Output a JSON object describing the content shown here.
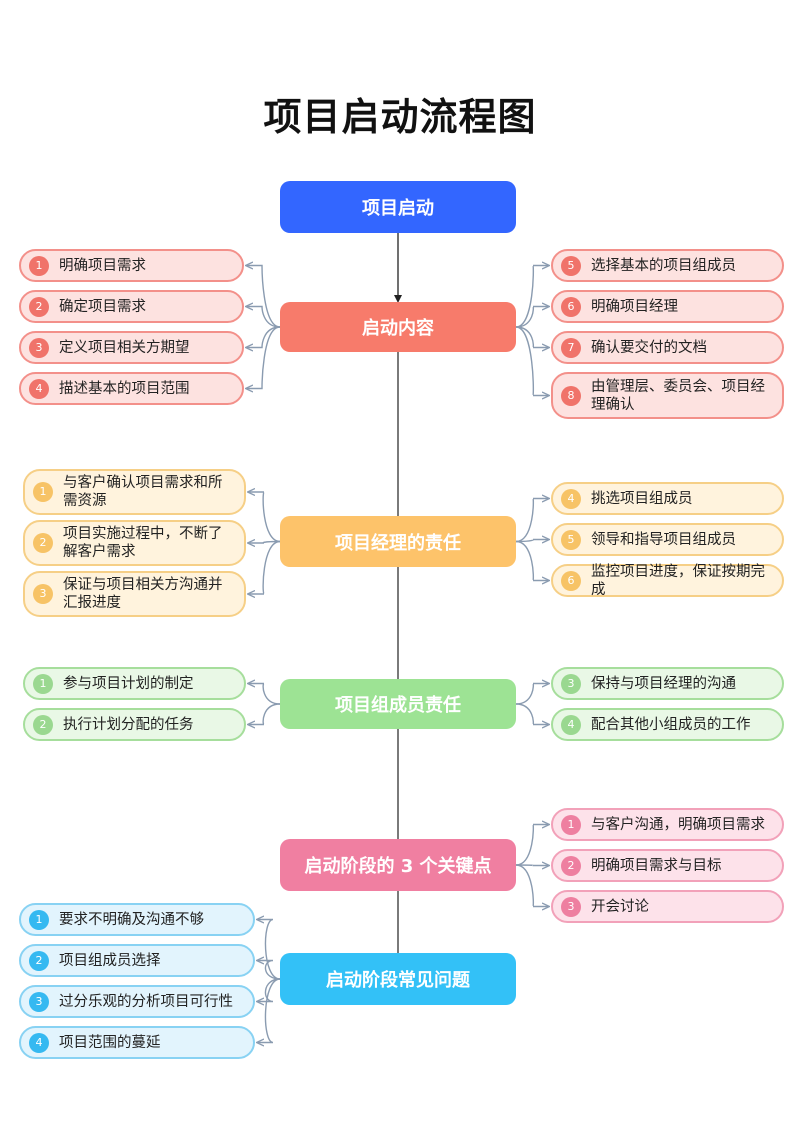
{
  "title": "项目启动流程图",
  "colors": {
    "start": "#3366ff",
    "content": "#f77b6b",
    "manager": "#fdc36a",
    "member": "#9de394",
    "key": "#f07fa1",
    "issues": "#33c1f7",
    "line": "#8a9bb0"
  },
  "nodes": [
    {
      "id": "start",
      "label": "项目启动",
      "theme": {
        "fill": "#3366ff"
      },
      "left": [],
      "right": []
    },
    {
      "id": "content",
      "label": "启动内容",
      "theme": {
        "fill": "#f77b6b",
        "leaf_bg": "#fde2e0",
        "leaf_border": "#f3908a",
        "badge": "#f0736a"
      },
      "left": [
        {
          "n": "1",
          "text": "明确项目需求"
        },
        {
          "n": "2",
          "text": "确定项目需求"
        },
        {
          "n": "3",
          "text": "定义项目相关方期望"
        },
        {
          "n": "4",
          "text": "描述基本的项目范围"
        }
      ],
      "right": [
        {
          "n": "5",
          "text": "选择基本的项目组成员"
        },
        {
          "n": "6",
          "text": "明确项目经理"
        },
        {
          "n": "7",
          "text": "确认要交付的文档"
        },
        {
          "n": "8",
          "text": "由管理层、委员会、项目经理确认"
        }
      ]
    },
    {
      "id": "manager",
      "label": "项目经理的责任",
      "theme": {
        "fill": "#fdc36a",
        "leaf_bg": "#fff3dd",
        "leaf_border": "#f6cf86",
        "badge": "#f7c366"
      },
      "left": [
        {
          "n": "1",
          "text": "与客户确认项目需求和所需资源"
        },
        {
          "n": "2",
          "text": "项目实施过程中，不断了解客户需求"
        },
        {
          "n": "3",
          "text": "保证与项目相关方沟通并汇报进度"
        }
      ],
      "right": [
        {
          "n": "4",
          "text": "挑选项目组成员"
        },
        {
          "n": "5",
          "text": "领导和指导项目组成员"
        },
        {
          "n": "6",
          "text": "监控项目进度，保证按期完成"
        }
      ]
    },
    {
      "id": "member",
      "label": "项目组成员责任",
      "theme": {
        "fill": "#9de394",
        "leaf_bg": "#e9f8e6",
        "leaf_border": "#a6de9c",
        "badge": "#9ad890"
      },
      "left": [
        {
          "n": "1",
          "text": "参与项目计划的制定"
        },
        {
          "n": "2",
          "text": "执行计划分配的任务"
        }
      ],
      "right": [
        {
          "n": "3",
          "text": "保持与项目经理的沟通"
        },
        {
          "n": "4",
          "text": "配合其他小组成员的工作"
        }
      ]
    },
    {
      "id": "key",
      "label": "启动阶段的 3 个关键点",
      "theme": {
        "fill": "#f07fa1",
        "leaf_bg": "#fde2ea",
        "leaf_border": "#f2a1b9",
        "badge": "#ee7fa0"
      },
      "left": [],
      "right": [
        {
          "n": "1",
          "text": "与客户沟通，明确项目需求"
        },
        {
          "n": "2",
          "text": "明确项目需求与目标"
        },
        {
          "n": "3",
          "text": "开会讨论"
        }
      ]
    },
    {
      "id": "issues",
      "label": "启动阶段常见问题",
      "theme": {
        "fill": "#33c1f7",
        "leaf_bg": "#e2f4fd",
        "leaf_border": "#88d2f3",
        "badge": "#35b9f1"
      },
      "left": [
        {
          "n": "1",
          "text": "要求不明确及沟通不够"
        },
        {
          "n": "2",
          "text": "项目组成员选择"
        },
        {
          "n": "3",
          "text": "过分乐观的分析项目可行性"
        },
        {
          "n": "4",
          "text": "项目范围的蔓延"
        }
      ],
      "right": []
    }
  ]
}
